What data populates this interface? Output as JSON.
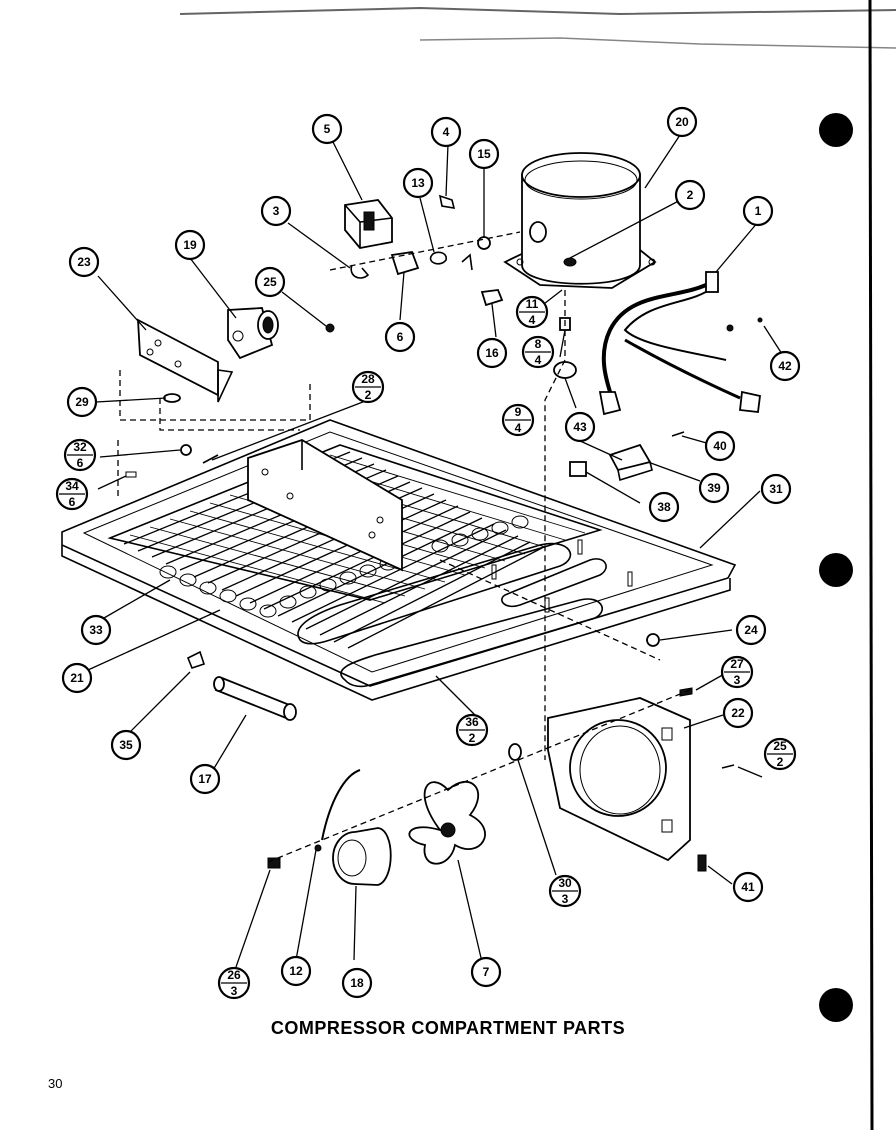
{
  "diagram": {
    "title": "COMPRESSOR COMPARTMENT PARTS",
    "page_number": "30",
    "callouts": [
      {
        "id": "c1",
        "label": "1"
      },
      {
        "id": "c2",
        "label": "2"
      },
      {
        "id": "c3",
        "label": "3"
      },
      {
        "id": "c4",
        "label": "4"
      },
      {
        "id": "c5",
        "label": "5"
      },
      {
        "id": "c6",
        "label": "6"
      },
      {
        "id": "c7",
        "label": "7"
      },
      {
        "id": "c12",
        "label": "12"
      },
      {
        "id": "c13",
        "label": "13"
      },
      {
        "id": "c15",
        "label": "15"
      },
      {
        "id": "c16",
        "label": "16"
      },
      {
        "id": "c17",
        "label": "17"
      },
      {
        "id": "c18",
        "label": "18"
      },
      {
        "id": "c19",
        "label": "19"
      },
      {
        "id": "c20",
        "label": "20"
      },
      {
        "id": "c21",
        "label": "21"
      },
      {
        "id": "c22",
        "label": "22"
      },
      {
        "id": "c23",
        "label": "23"
      },
      {
        "id": "c24",
        "label": "24"
      },
      {
        "id": "c25",
        "label": "25"
      },
      {
        "id": "c29",
        "label": "29"
      },
      {
        "id": "c31",
        "label": "31"
      },
      {
        "id": "c33",
        "label": "33"
      },
      {
        "id": "c35",
        "label": "35"
      },
      {
        "id": "c38",
        "label": "38"
      },
      {
        "id": "c39",
        "label": "39"
      },
      {
        "id": "c40",
        "label": "40"
      },
      {
        "id": "c41",
        "label": "41"
      },
      {
        "id": "c42",
        "label": "42"
      },
      {
        "id": "c43",
        "label": "43"
      }
    ],
    "fraction_callouts": [
      {
        "id": "f11_4",
        "top": "11",
        "bottom": "4"
      },
      {
        "id": "f8_4",
        "top": "8",
        "bottom": "4"
      },
      {
        "id": "f9_4",
        "top": "9",
        "bottom": "4"
      },
      {
        "id": "f28_2",
        "top": "28",
        "bottom": "2"
      },
      {
        "id": "f32_6",
        "top": "32",
        "bottom": "6"
      },
      {
        "id": "f34_6",
        "top": "34",
        "bottom": "6"
      },
      {
        "id": "f27_3",
        "top": "27",
        "bottom": "3"
      },
      {
        "id": "f25_2",
        "top": "25",
        "bottom": "2"
      },
      {
        "id": "f36_2",
        "top": "36",
        "bottom": "2"
      },
      {
        "id": "f30_3",
        "top": "30",
        "bottom": "3"
      },
      {
        "id": "f26_3",
        "top": "26",
        "bottom": "3"
      }
    ]
  }
}
